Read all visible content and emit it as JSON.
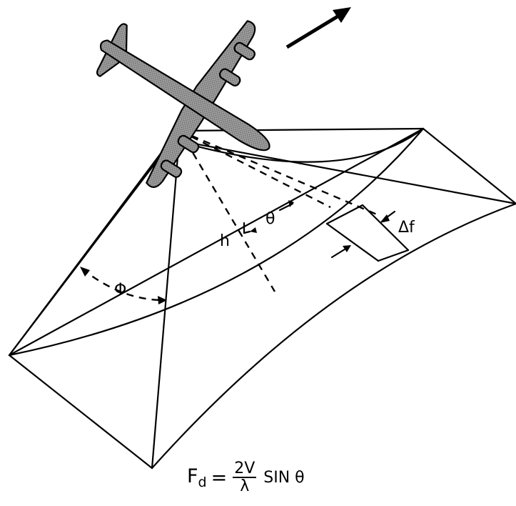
{
  "labels": {
    "phi": "Φ",
    "theta": "θ",
    "h": "h",
    "delta_f": "Δf"
  },
  "formula": {
    "lhs": "F",
    "lhs_subscript": "d",
    "equals": "=",
    "numerator": "2V",
    "denominator": "λ",
    "function": "SIN θ"
  },
  "colors": {
    "line": "#000000",
    "aircraft_fill": "#8c8c8c",
    "background": "#ffffff"
  }
}
